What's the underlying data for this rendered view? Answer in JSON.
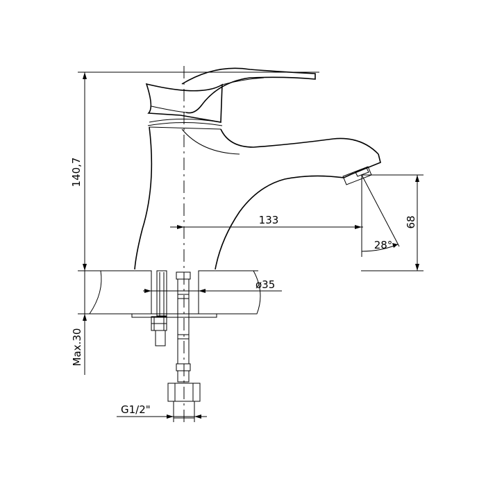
{
  "dimensions": {
    "height_total": "140,7",
    "spout_reach": "133",
    "spout_height": "68",
    "spray_angle": "28°",
    "hole_diameter": "ø35",
    "max_deck_thickness": "Max.30",
    "thread": "G1/2\""
  }
}
